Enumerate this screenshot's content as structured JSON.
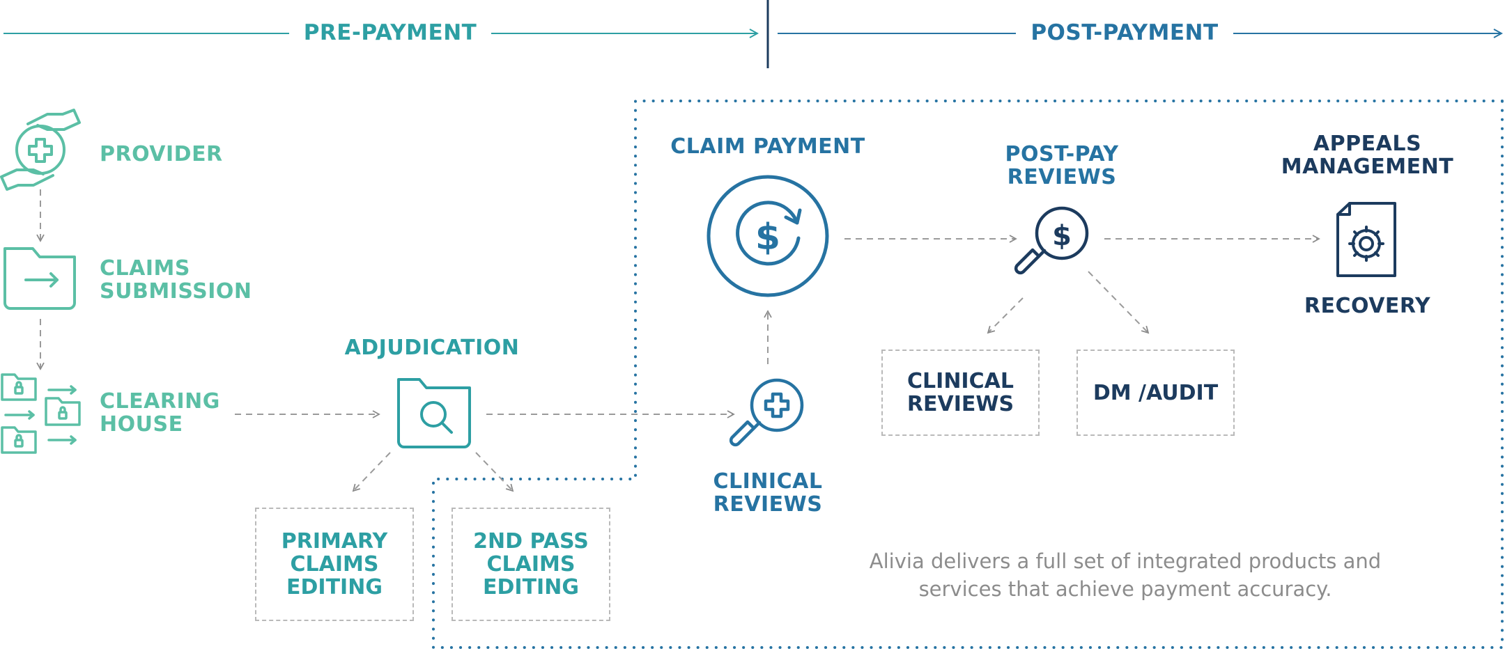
{
  "phases": {
    "pre_payment": "PRE-PAYMENT",
    "post_payment": "POST-PAYMENT"
  },
  "steps": {
    "provider": "PROVIDER",
    "claims_submission": [
      "CLAIMS",
      "SUBMISSION"
    ],
    "clearing_house": [
      "CLEARING",
      "HOUSE"
    ],
    "adjudication": "ADJUDICATION",
    "primary_claims_editing": [
      "PRIMARY",
      "CLAIMS",
      "EDITING"
    ],
    "second_pass_claims_editing": [
      "2ND PASS",
      "CLAIMS",
      "EDITING"
    ],
    "claim_payment": "CLAIM PAYMENT",
    "clinical_reviews_pre": [
      "CLINICAL",
      "REVIEWS"
    ],
    "post_pay_reviews": [
      "POST-PAY",
      "REVIEWS"
    ],
    "clinical_reviews_post": [
      "CLINICAL",
      "REVIEWS"
    ],
    "dm_audit": "DM /AUDIT",
    "appeals_management": [
      "APPEALS",
      "MANAGEMENT"
    ],
    "recovery": "RECOVERY"
  },
  "tagline": [
    "Alivia delivers a full set of integrated products and",
    "services that achieve payment accuracy."
  ],
  "colors": {
    "green": "#5bbfa5",
    "teal": "#2d9fa3",
    "blue": "#2673a2",
    "navy": "#1c3b5e",
    "dashed_gray": "#9a9a9a",
    "box_border": "#b9b9b9",
    "tagline": "#8c8c8c"
  },
  "icons": {
    "provider": "hands-medical-cross-icon",
    "claims_submission": "folder-arrow-icon",
    "clearing_house": "locked-folders-transfer-icon",
    "adjudication": "folder-search-icon",
    "claim_payment": "dollar-refresh-circle-icon",
    "clinical_reviews": "magnifier-medical-cross-icon",
    "post_pay_reviews": "magnifier-dollar-icon",
    "appeals_management": "document-gear-icon"
  }
}
